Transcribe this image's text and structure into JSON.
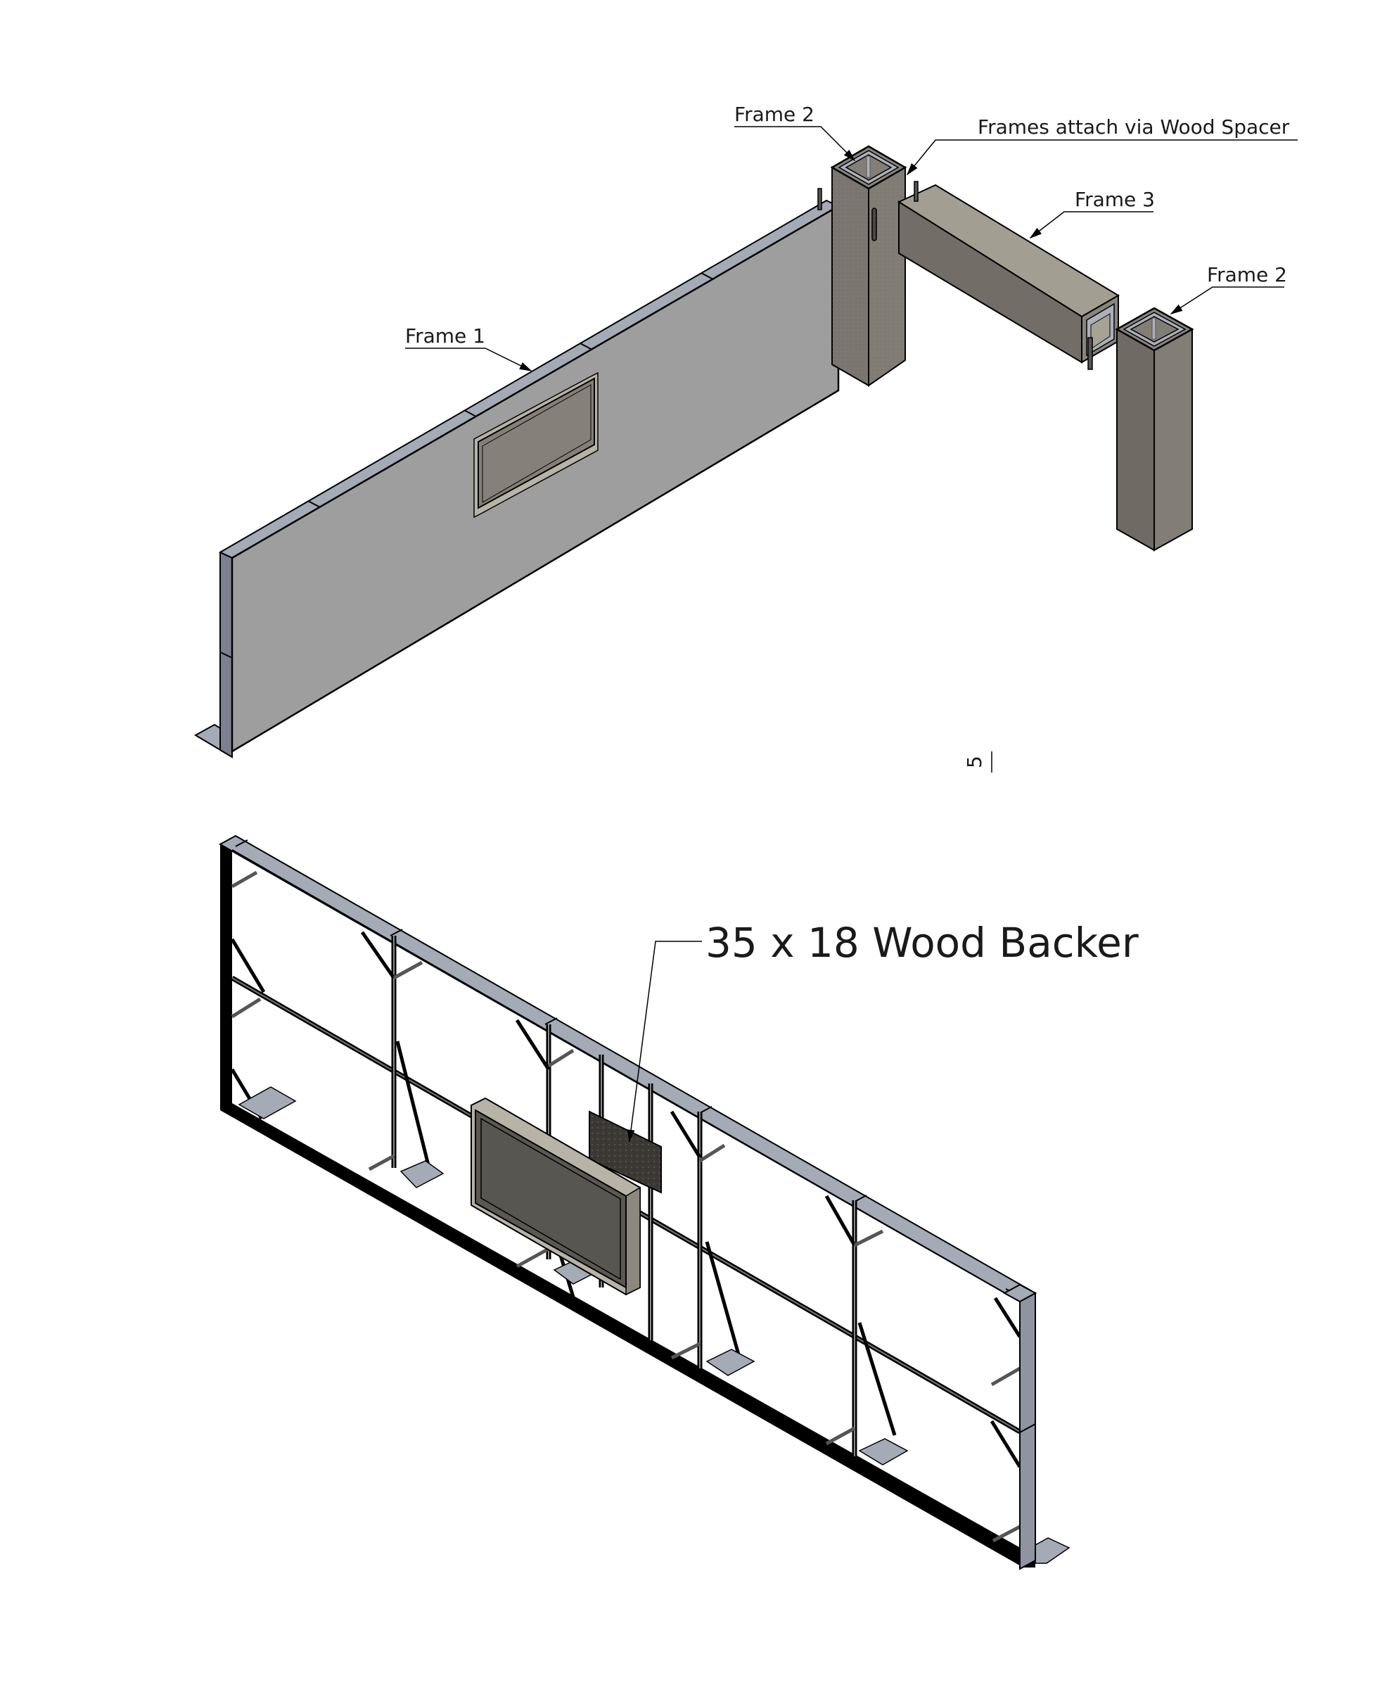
{
  "drawing": {
    "title": "Frame assembly isometric views",
    "colors": {
      "background": "#ffffff",
      "frame1_face": "#9e9e9e",
      "frame_edge_blue": "#a4aab6",
      "column_face_dark": "#6f6b64",
      "column_face_light": "#827d75",
      "beam_top": "#a29e91",
      "beam_side": "#726e67",
      "tv_screen": "#585651",
      "tv_bezel": "#b8b3a7",
      "wood_backer": "#3c3935",
      "outline": "#000000"
    }
  },
  "upper_view": {
    "callouts": [
      {
        "id": "frame1",
        "label": "Frame 1"
      },
      {
        "id": "frame2_left",
        "label": "Frame 2"
      },
      {
        "id": "spacer",
        "label": "Frames attach via Wood Spacer"
      },
      {
        "id": "frame3",
        "label": "Frame 3"
      },
      {
        "id": "frame2_right",
        "label": "Frame 2"
      }
    ],
    "stray_mark": "5"
  },
  "lower_view": {
    "callouts": [
      {
        "id": "wood_backer",
        "label": "35 x 18 Wood Backer"
      }
    ]
  }
}
